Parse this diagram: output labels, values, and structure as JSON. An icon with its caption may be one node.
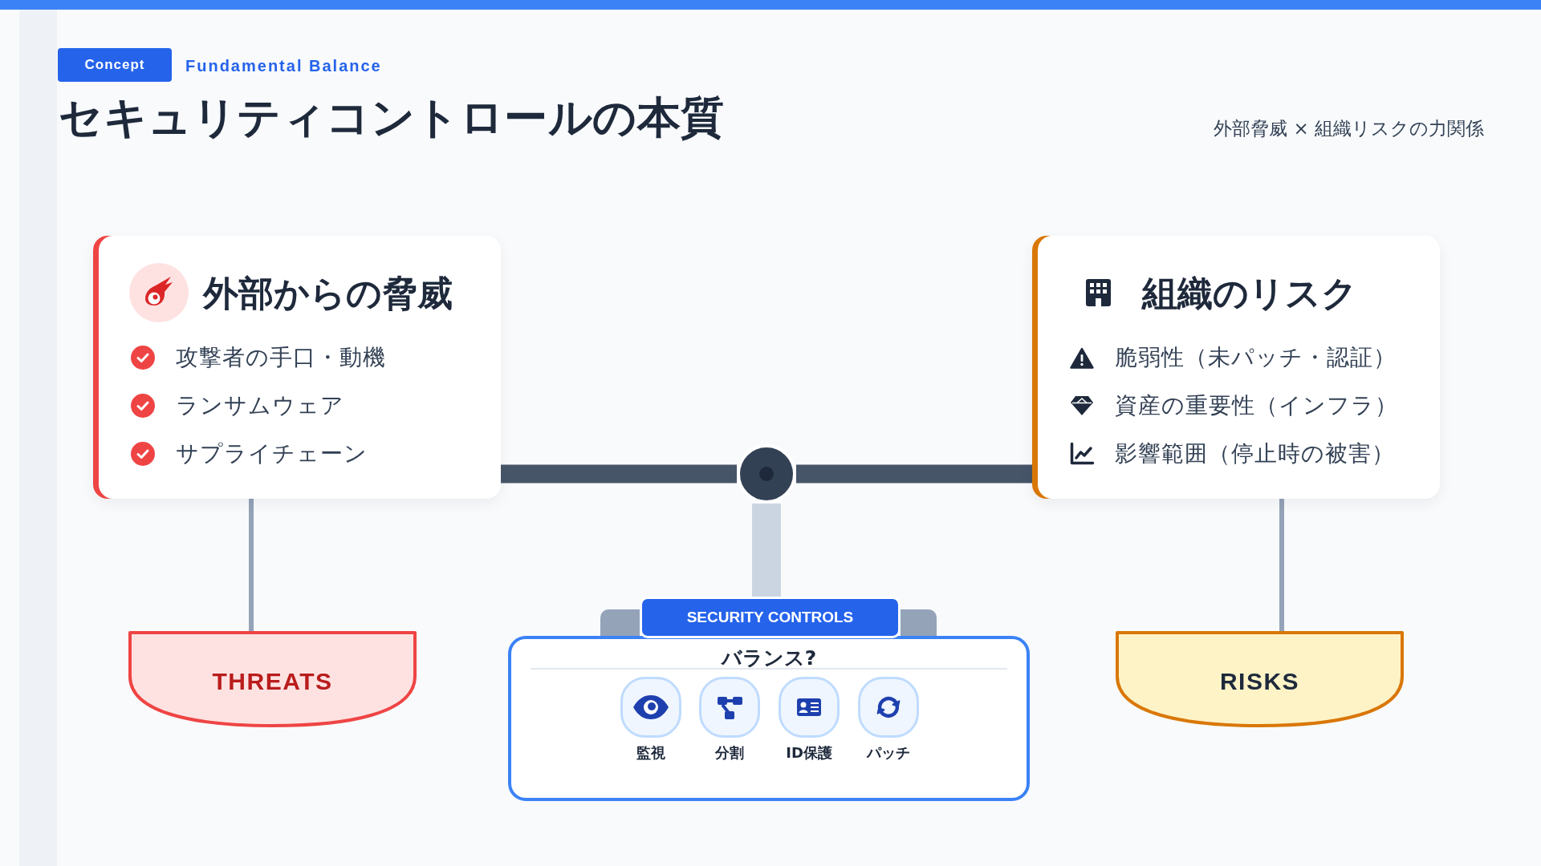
{
  "diagram": {
    "title": "セキュリティコントロールの本質",
    "nodes": [
      {
        "text": [
          "Concept"
        ],
        "beside": [
          "Fundamental Balance"
        ]
      },
      {
        "text": [
          "外部からの脅威",
          "攻撃者の手口・動機",
          "ランサムウェア",
          "サプライチェーン"
        ]
      },
      {
        "text": [],
        "shape": "circle"
      },
      {
        "text": [
          "組織のリスク",
          "脆弱性（未パッチ・認証）",
          "資産の重要性（インフラ）",
          "影響範囲（停止時の被害）"
        ]
      },
      {
        "text": [
          "THREATS"
        ]
      },
      {
        "text": [],
        "shape": "bar"
      },
      {
        "text": [
          "SECURITY CONTROLS"
        ]
      },
      {
        "text": [],
        "shape": "bar"
      },
      {
        "text": [
          "バランス?"
        ]
      },
      {
        "text": [],
        "shape": "box",
        "in": 8,
        "beside": [
          "監視"
        ]
      },
      {
        "text": [],
        "shape": "box",
        "in": 8,
        "beside": [
          "分割"
        ]
      },
      {
        "text": [],
        "shape": "box",
        "in": 8,
        "beside": [
          "ID保護"
        ]
      },
      {
        "text": [],
        "shape": "box",
        "in": 8,
        "beside": [
          "パッチ"
        ]
      },
      {
        "text": [
          "RISKS"
        ]
      }
    ],
    "edges": [
      {
        "from": 1,
        "to": 2,
        "arrow": "none",
        "color": "#475569"
      },
      {
        "from": 2,
        "to": 3,
        "arrow": "none",
        "color": "#475569"
      },
      {
        "from": 1,
        "to": 4,
        "arrow": "none"
      },
      {
        "from": 2,
        "to": 6,
        "arrow": "none",
        "color": "#cbd5e1"
      },
      {
        "from": 3,
        "to": 13,
        "arrow": "none"
      }
    ],
    "labels": [
      "外部脅威 × 組織リスクの力関係"
    ]
  }
}
